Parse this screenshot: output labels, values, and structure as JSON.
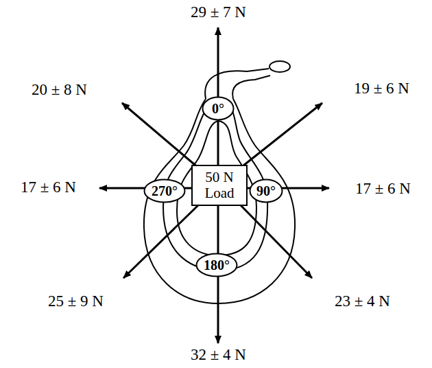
{
  "diagram": {
    "nodes": [
      {
        "text": [
          "0°"
        ]
      },
      {
        "text": [
          "270°"
        ]
      },
      {
        "text": [
          "50 N Load"
        ]
      },
      {
        "text": [
          "90°"
        ]
      },
      {
        "text": [
          "180°"
        ]
      }
    ],
    "labels": [
      "29 ± 7 N",
      "20 ± 8 N",
      "19 ± 6 N",
      "17 ± 6 N",
      "17 ± 6 N",
      "25 ± 9 N",
      "23 ± 4 N",
      "32 ± 4 N"
    ]
  }
}
